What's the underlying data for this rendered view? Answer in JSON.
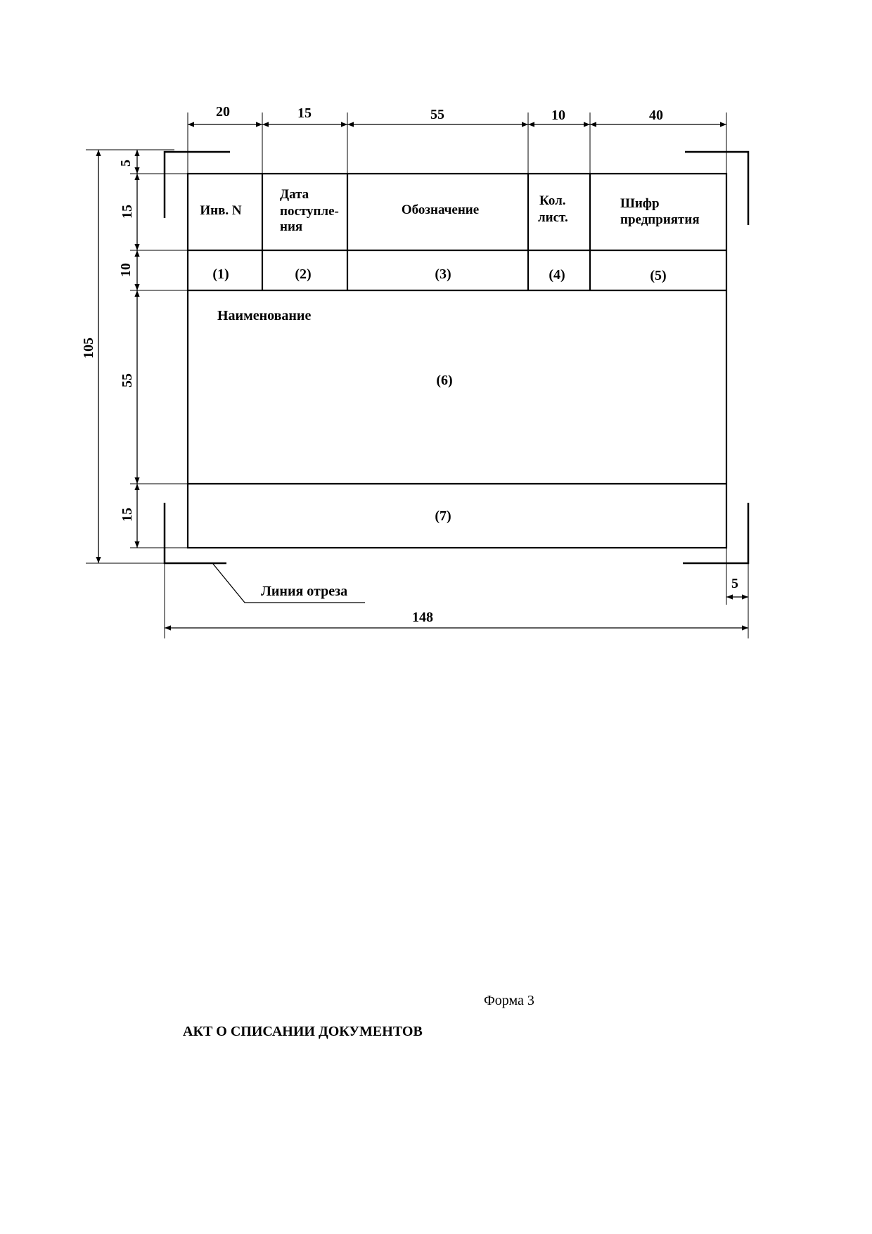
{
  "dimensions": {
    "top": [
      "20",
      "15",
      "55",
      "10",
      "40"
    ],
    "left_total": "105",
    "left": [
      "5",
      "15",
      "10",
      "55",
      "15"
    ],
    "bottom_total": "148",
    "bottom_margin": "5"
  },
  "table": {
    "headers": [
      [
        "Инв. N"
      ],
      [
        "Дата",
        "поступле-",
        "ния"
      ],
      [
        "Обозначение"
      ],
      [
        "Кол.",
        "лист."
      ],
      [
        "Шифр",
        "предприятия"
      ]
    ],
    "field_numbers": [
      "(1)",
      "(2)",
      "(3)",
      "(4)",
      "(5)"
    ],
    "name_label": "Наименование",
    "name_number": "(6)",
    "bottom_number": "(7)"
  },
  "cut_line_label": "Линия отреза",
  "form_label": "Форма 3",
  "act_title": "АКТ О СПИСАНИИ ДОКУМЕНТОВ"
}
